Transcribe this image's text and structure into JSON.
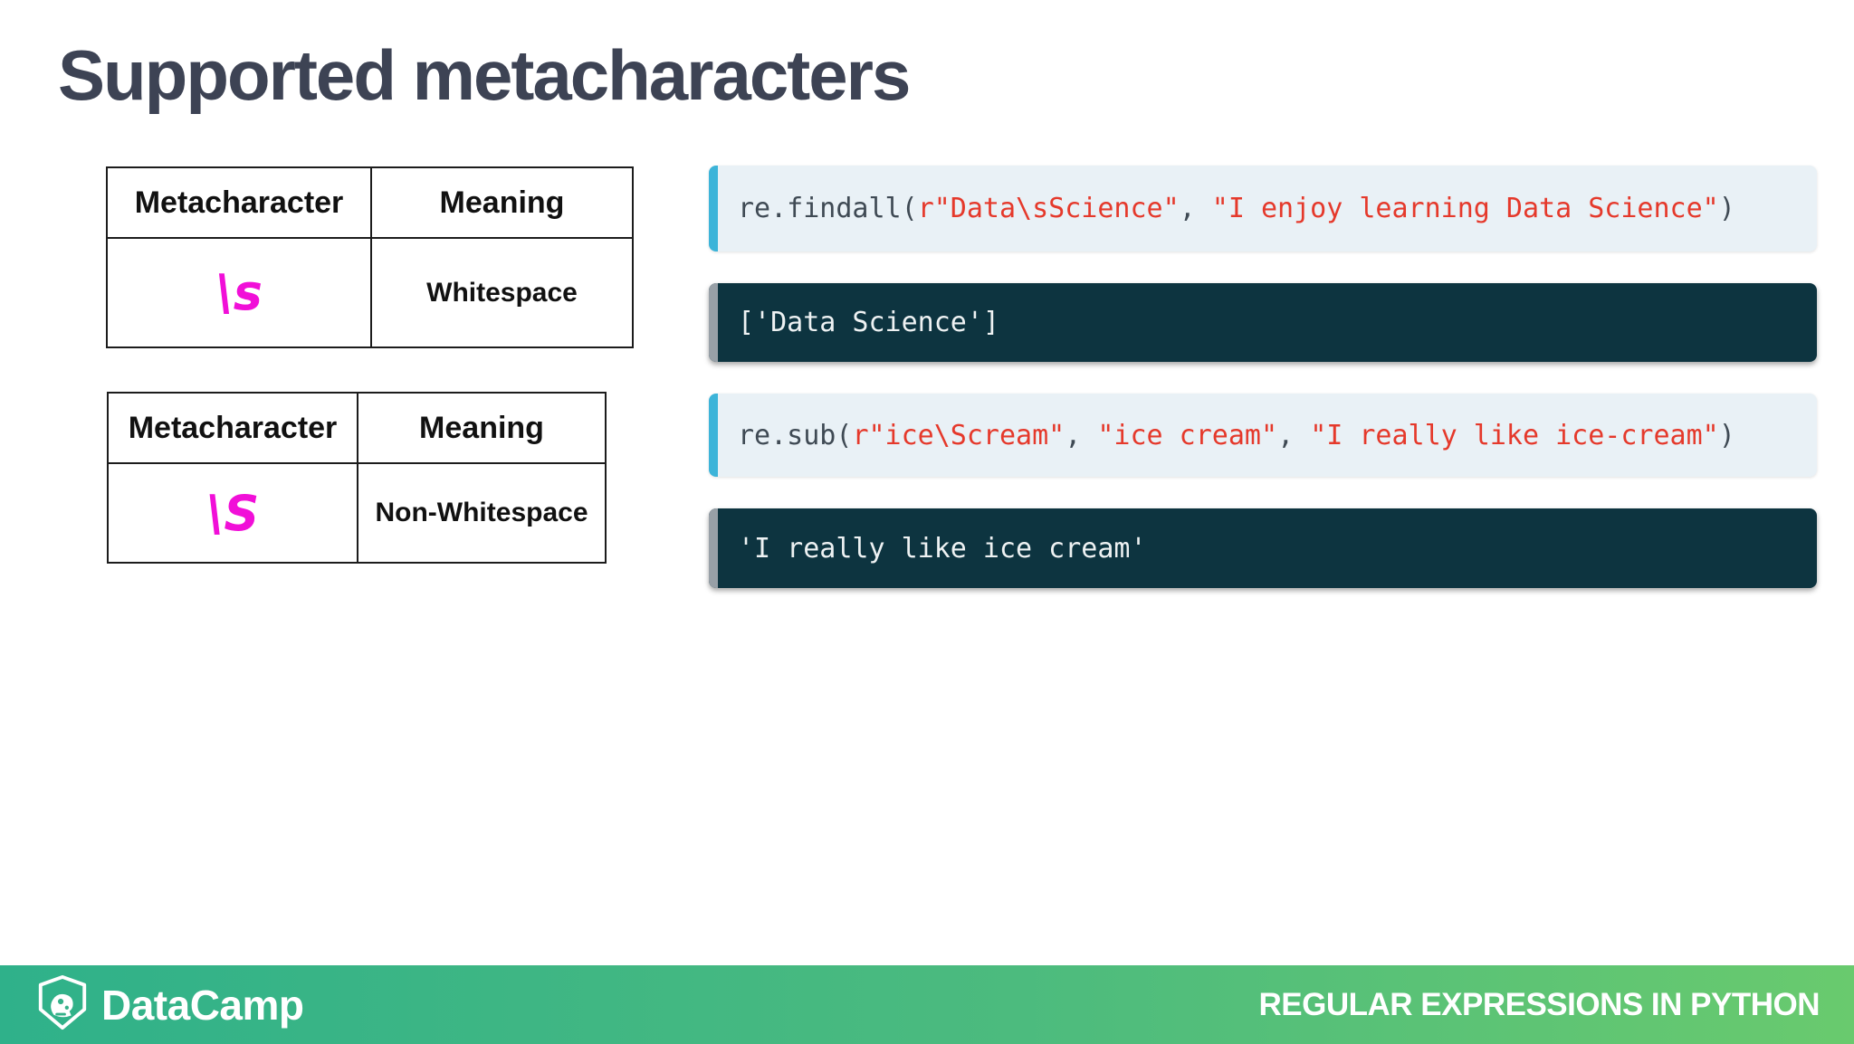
{
  "title": "Supported metacharacters",
  "tables": [
    {
      "headers": [
        "Metacharacter",
        "Meaning"
      ],
      "rows": [
        {
          "metacharacter": "\\s",
          "meaning": "Whitespace"
        }
      ]
    },
    {
      "headers": [
        "Metacharacter",
        "Meaning"
      ],
      "rows": [
        {
          "metacharacter": "\\S",
          "meaning": "Non-Whitespace"
        }
      ]
    }
  ],
  "code_blocks": [
    {
      "type": "input",
      "segments": [
        {
          "t": "re.findall(",
          "c": "plain"
        },
        {
          "t": "r\"Data\\sScience\"",
          "c": "string"
        },
        {
          "t": ", ",
          "c": "plain"
        },
        {
          "t": "\"I enjoy learning Data Science\"",
          "c": "string"
        },
        {
          "t": ")",
          "c": "plain"
        }
      ]
    },
    {
      "type": "output",
      "text": "['Data Science']"
    },
    {
      "type": "input",
      "segments": [
        {
          "t": "re.sub(",
          "c": "plain"
        },
        {
          "t": "r\"ice\\Scream\"",
          "c": "string"
        },
        {
          "t": ", ",
          "c": "plain"
        },
        {
          "t": "\"ice cream\"",
          "c": "string"
        },
        {
          "t": ", ",
          "c": "plain"
        },
        {
          "t": "\"I really like ice-cream\"",
          "c": "string"
        },
        {
          "t": ")",
          "c": "plain"
        }
      ]
    },
    {
      "type": "output",
      "text": "'I really like ice cream'"
    }
  ],
  "footer": {
    "brand": "DataCamp",
    "course": "REGULAR EXPRESSIONS IN PYTHON"
  },
  "colors": {
    "title": "#3d4354",
    "input_bg": "#e9f1f6",
    "input_accent": "#3cb4d9",
    "output_bg": "#0d3440",
    "output_accent": "#98a0a7",
    "code_text": "#3f4a54",
    "string_red": "#e5392b",
    "metachar_magenta": "#f10fd8",
    "footer_gradient_left": "#2fb18a",
    "footer_gradient_right": "#69ca6e"
  }
}
